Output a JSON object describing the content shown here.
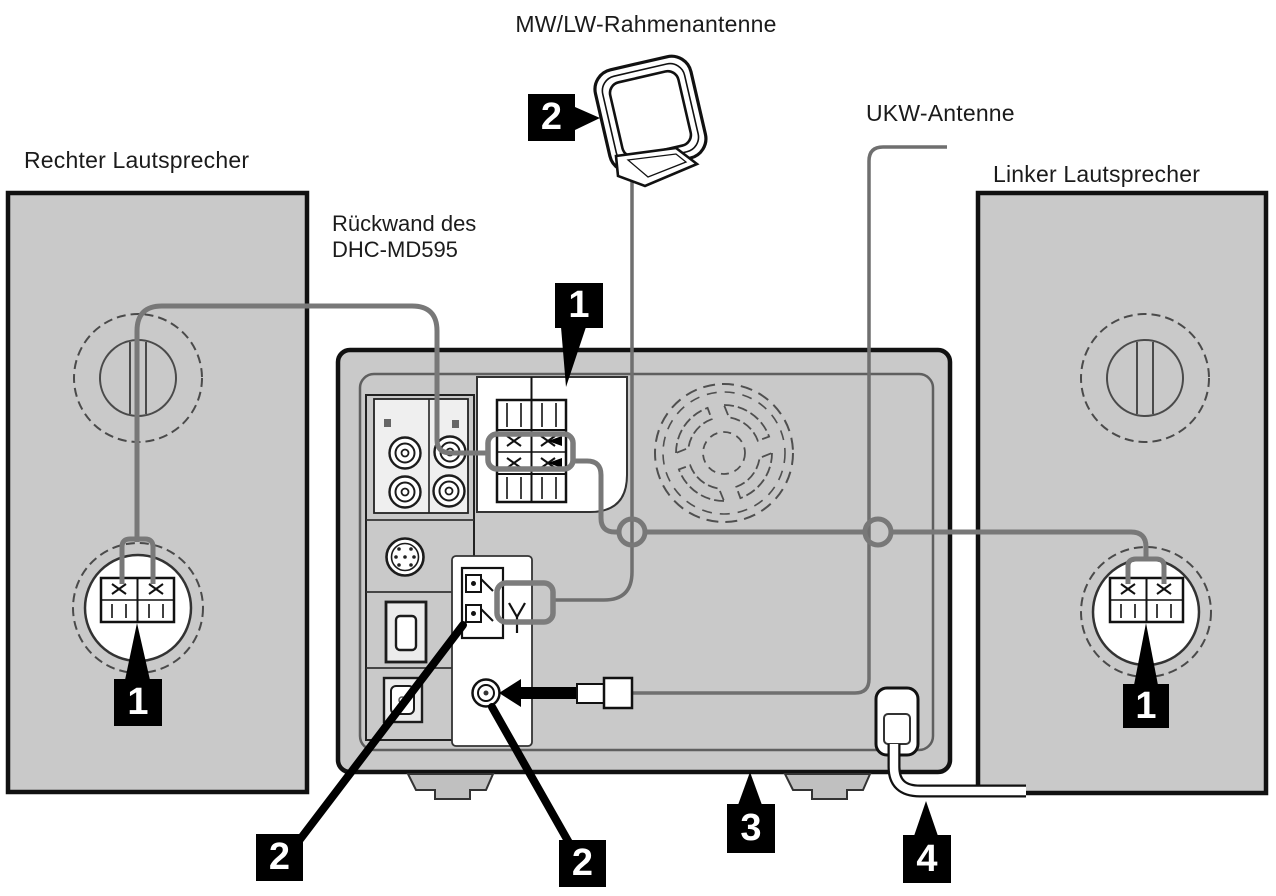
{
  "labels": {
    "loop_antenna": "MW/LW-Rahmenantenne",
    "fm_antenna": "UKW-Antenne",
    "right_speaker": "Rechter Lautsprecher",
    "left_speaker": "Linker Lautsprecher",
    "rear_panel_line1": "Rückwand des",
    "rear_panel_line2": "DHC-MD595"
  },
  "callouts": {
    "step1": "1",
    "step2": "2",
    "step3": "3",
    "step4": "4"
  },
  "colors": {
    "background": "#ffffff",
    "panel_gray": "#c9c9c9",
    "line_black": "#1a1a1a",
    "cable_gray": "#787878",
    "callout_bg": "#000000",
    "callout_fg": "#ffffff"
  }
}
